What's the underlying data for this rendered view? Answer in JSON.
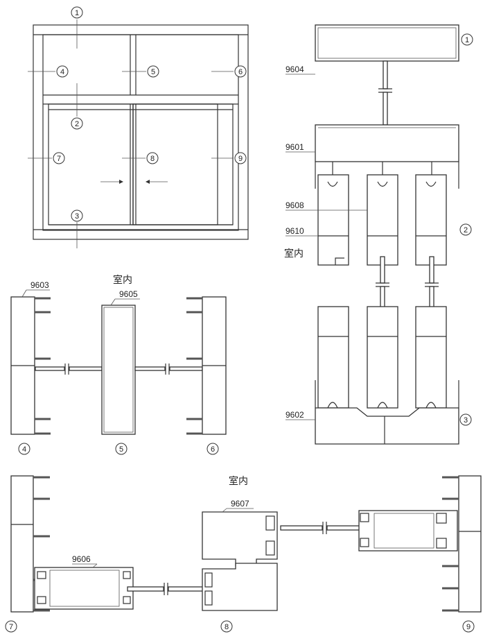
{
  "elevation": {
    "callouts": [
      "1",
      "2",
      "3",
      "4",
      "5",
      "6",
      "7",
      "8",
      "9"
    ]
  },
  "section_vertical": {
    "labels": {
      "top_frame": "9604",
      "transom": "9601",
      "sash": "9608",
      "interlock": "9610",
      "bottom_frame": "9602"
    },
    "indoor": "室内",
    "callouts": {
      "top": "1",
      "middle": "2",
      "bottom": "3"
    }
  },
  "section_horizontal_upper": {
    "labels": {
      "side_frame": "9603",
      "mullion": "9605"
    },
    "indoor": "室内",
    "callouts": {
      "left": "4",
      "center": "5",
      "right": "6"
    }
  },
  "section_horizontal_lower": {
    "labels": {
      "sash_left": "9606",
      "interlock_sash": "9607"
    },
    "indoor": "室内",
    "callouts": {
      "left": "7",
      "center": "8",
      "right": "9"
    }
  }
}
